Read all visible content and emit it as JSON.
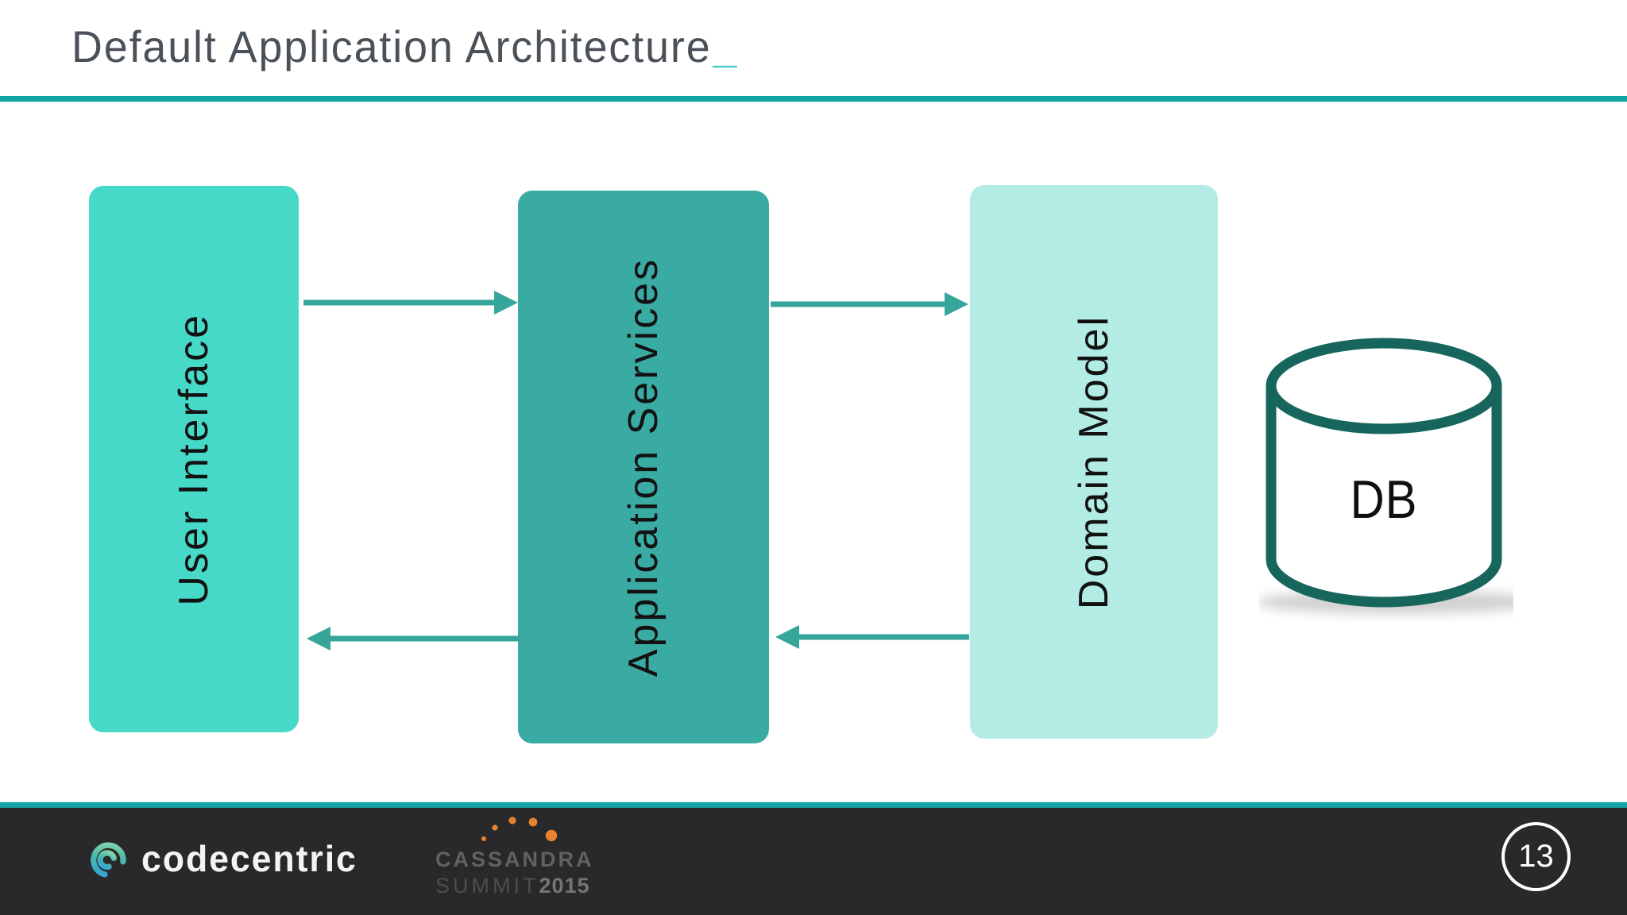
{
  "slide": {
    "title": "Default Application Architecture",
    "title_cursor": "_",
    "page_number": "13"
  },
  "diagram": {
    "boxes": [
      {
        "label": "User Interface",
        "color": "#46d9c8"
      },
      {
        "label": "Application Services",
        "color": "#3aaba3"
      },
      {
        "label": "Domain Model",
        "color": "#b2ece4"
      }
    ],
    "database_label": "DB",
    "connections": [
      {
        "from": "User Interface",
        "to": "Application Services",
        "direction": "right"
      },
      {
        "from": "Application Services",
        "to": "Domain Model",
        "direction": "right"
      },
      {
        "from": "Application Services",
        "to": "User Interface",
        "direction": "left"
      },
      {
        "from": "Domain Model",
        "to": "Application Services",
        "direction": "left"
      }
    ],
    "arrow_color": "#36a59a",
    "cylinder_stroke_color": "#17665d"
  },
  "footer": {
    "brand": "codecentric",
    "conference_line1": "CASSANDRA",
    "conference_line2": "SUMMIT",
    "conference_year": "2015",
    "accent_orange": "#e8822d",
    "bar_color": "#29292b",
    "rule_color": "#14a4a6"
  },
  "colors": {
    "title_text": "#4b5158",
    "title_cursor": "#35cfc2",
    "rule": "#14a4a6",
    "box_text": "#121212"
  }
}
